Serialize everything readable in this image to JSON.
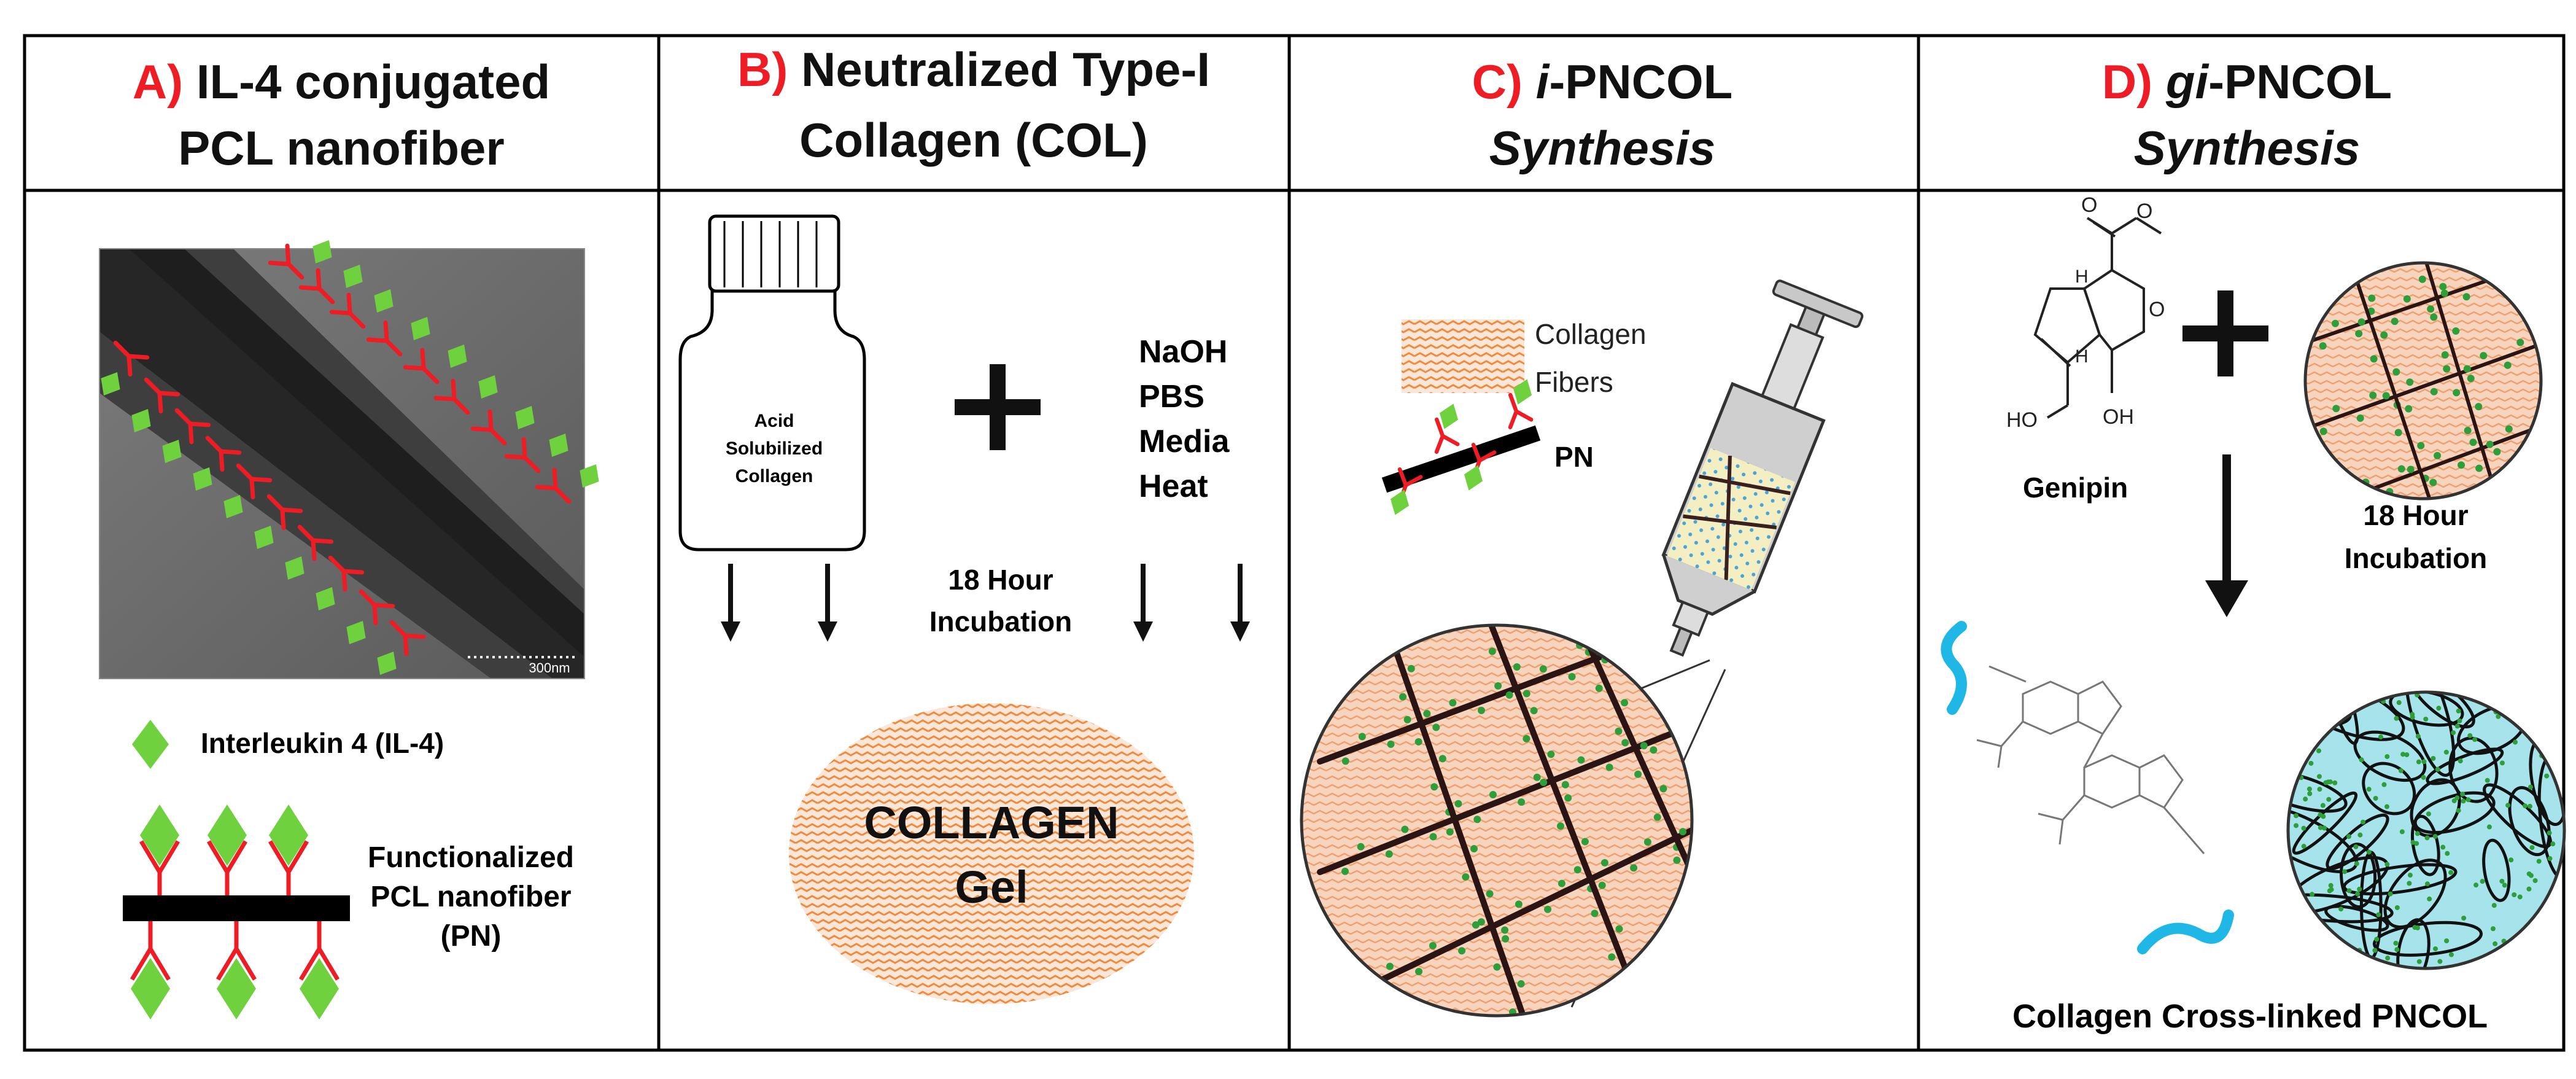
{
  "panels": [
    {
      "letter": "A)",
      "title_line1": "IL-4 conjugated",
      "title_line2": "PCL nanofiber",
      "legend_il4": "Interleukin 4 (IL-4)",
      "legend_pn_line1": "Functionalized",
      "legend_pn_line2": "PCL nanofiber",
      "legend_pn_line3": "(PN)",
      "scale_bar": "300nm"
    },
    {
      "letter": "B)",
      "title_line1": "Neutralized Type-I",
      "title_line2": "Collagen (COL)",
      "bottle_line1": "Acid",
      "bottle_line2": "Solubilized",
      "bottle_line3": "Collagen",
      "reagents": [
        "NaOH",
        "PBS",
        "Media",
        "Heat"
      ],
      "incubation_line1": "18 Hour",
      "incubation_line2": "Incubation",
      "gel_line1": "COLLAGEN",
      "gel_line2": "Gel"
    },
    {
      "letter": "C)",
      "title_prefix": "i",
      "title_suffix": "-PNCOL",
      "title_line2": "Synthesis",
      "legend_fibers_line1": "Collagen",
      "legend_fibers_line2": "Fibers",
      "legend_pn": "PN"
    },
    {
      "letter": "D)",
      "title_prefix": "gi",
      "title_suffix": "-PNCOL",
      "title_line2": "Synthesis",
      "genipin_label": "Genipin",
      "genipin_ho": "HO",
      "genipin_oh": "OH",
      "genipin_h": "H",
      "genipin_o": "O",
      "incubation_line1": "18 Hour",
      "incubation_line2": "Incubation",
      "bottom_label": "Collagen Cross-linked PNCOL"
    }
  ],
  "colors": {
    "title_letter": "#ee1c24",
    "il4_diamond": "#6fd13e",
    "antibody": "#ee1c24",
    "collagen_fill": "#f6d4bd",
    "collagen_wave": "#f28a3c",
    "crosslinked_fill": "#a6e3ea",
    "crosslinked_squiggle": "#1fb8e6",
    "border": "#000000"
  },
  "icons": [
    "plus-icon",
    "arrow-down-icon",
    "syringe-icon",
    "bottle-icon",
    "genipin-structure-icon"
  ]
}
